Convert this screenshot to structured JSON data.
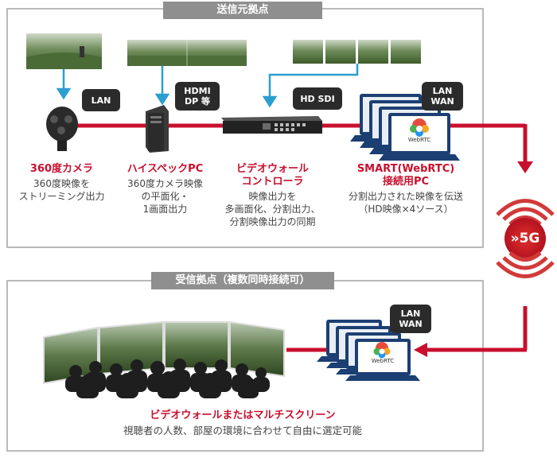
{
  "sender_site": {
    "title": "送信元拠点"
  },
  "receiver_site": {
    "title": "受信拠点（複数同時接続可）"
  },
  "badges": {
    "lan1": "LAN",
    "hdmi_line1": "HDMI",
    "hdmi_line2": "DP 等",
    "hdsdi": "HD SDI",
    "lanwan1_line1": "LAN",
    "lanwan1_line2": "WAN",
    "lanwan2_line1": "LAN",
    "lanwan2_line2": "WAN"
  },
  "devices": {
    "camera": {
      "title": "360度カメラ",
      "desc1": "360度映像を",
      "desc2": "ストリーミング出力"
    },
    "pc": {
      "title": "ハイスペックPC",
      "desc1": "360度カメラ映像",
      "desc2": "の平面化・",
      "desc3": "1画面出力"
    },
    "controller": {
      "title1": "ビデオウォール",
      "title2": "コントローラ",
      "desc1": "映像出力を",
      "desc2": "多画面化、分割出力、",
      "desc3": "分割映像出力の同期"
    },
    "smartpc": {
      "title1": "SMART(WebRTC)",
      "title2": "接続用PC",
      "desc1": "分割出力された映像を伝送",
      "desc2": "（HD映像×4ソース）"
    }
  },
  "network": {
    "label": "»5G"
  },
  "laptop_logo": "WebRTC",
  "receiver": {
    "title": "ビデオウォールまたはマルチスクリーン",
    "desc": "視聴者の人数、部屋の環境に合わせて自由に選定可能"
  },
  "colors": {
    "accent_red": "#c8102e",
    "arrow_blue": "#2a9fd0",
    "frame_gray": "#b9b9b9",
    "badge_dark": "#2b2b2b"
  }
}
